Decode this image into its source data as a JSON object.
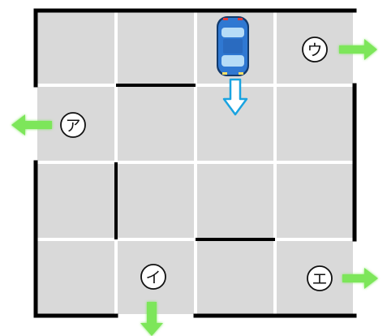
{
  "puzzle": {
    "grid": {
      "rows": 4,
      "cols": 4
    },
    "colors": {
      "cell": "#d9d9d9",
      "gap": "#ffffff",
      "wall": "#000000",
      "exit_arrow": "#7de65a",
      "direction_arrow": "#1aa3e0",
      "car_body": "#2f78d2"
    },
    "car": {
      "icon": "car-icon",
      "facing": "down",
      "row": 1,
      "col": 3
    },
    "direction_indicator": {
      "icon": "down-arrow-outline-icon",
      "direction": "down"
    },
    "exits": [
      {
        "id": "exit-u",
        "label": "ウ",
        "side": "right",
        "row": 1
      },
      {
        "id": "exit-a",
        "label": "ア",
        "side": "left",
        "row": 2
      },
      {
        "id": "exit-i",
        "label": "イ",
        "side": "bottom",
        "col": 2
      },
      {
        "id": "exit-e",
        "label": "エ",
        "side": "right",
        "row": 4
      }
    ]
  }
}
